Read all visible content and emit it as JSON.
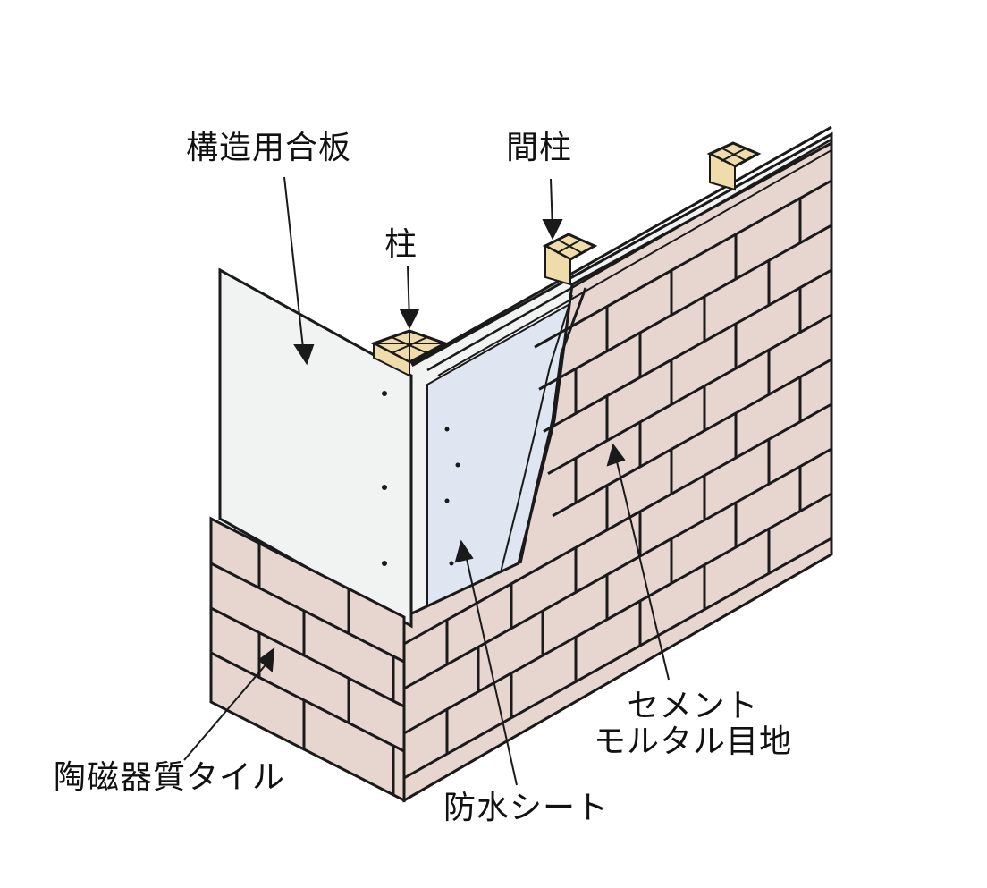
{
  "labels": {
    "structural_plywood": "構造用合板",
    "stud": "間柱",
    "column": "柱",
    "cement_mortar_line1": "セメント",
    "cement_mortar_line2": "モルタル目地",
    "porcelain_tile": "陶磁器質タイル",
    "waterproof_sheet": "防水シート"
  },
  "colors": {
    "outline": "#1a1a1a",
    "tile": "#e7d6d0",
    "plywood": "#f1f3f2",
    "waterproof_sheet": "#dfe6f1",
    "wood": "#f0dcaa",
    "mortar": "#ffffff"
  }
}
